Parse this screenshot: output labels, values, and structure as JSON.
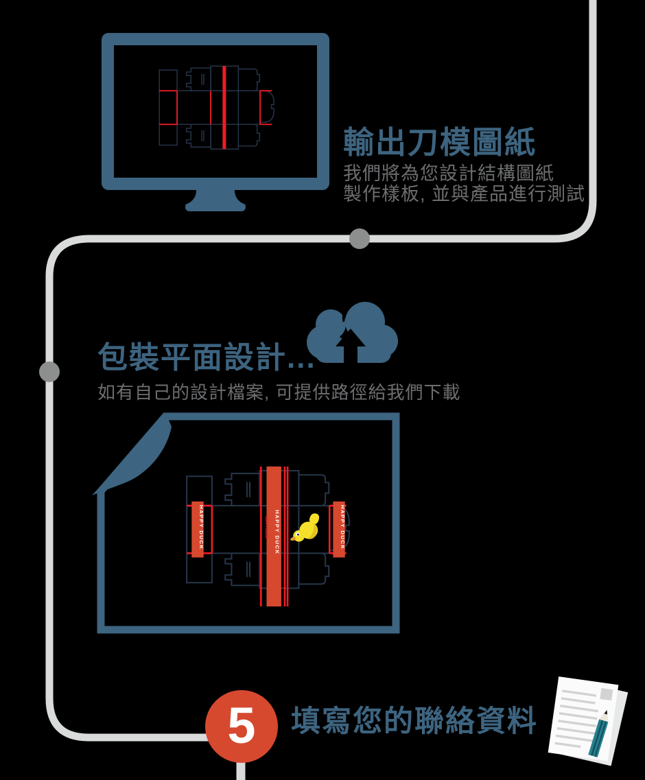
{
  "step_output_dieline": {
    "title": "輸出刀模圖紙",
    "desc_line1": "我們將為您設計結構圖紙",
    "desc_line2": "製作樣板, 並與產品進行測試"
  },
  "step_graphic_design": {
    "title": "包裝平面設計...",
    "desc": "如有自己的設計檔案, 可提供路徑給我們下載"
  },
  "step_contact": {
    "number": "5",
    "title": "填寫您的聯絡資料"
  },
  "artwork": {
    "brand": "HAPPY DUCK",
    "brand_small": "HAPPY DUCK"
  },
  "palette": {
    "accent_blue": "#3d6480",
    "desc_gray": "#6d6e70",
    "connector_gray": "#d9dbda",
    "dot_gray": "#8d8e8e",
    "cut_red": "#ed1c24",
    "band_red": "#d6492f",
    "duck_yellow": "#f5df2b",
    "pencil_teal": "#27808f"
  }
}
